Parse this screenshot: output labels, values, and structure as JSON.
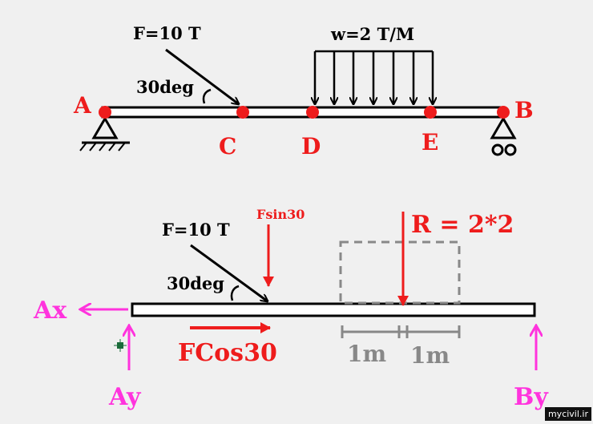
{
  "top_diagram": {
    "force_label": "F=10 T",
    "angle_label": "30deg",
    "load_label": "w=2 T/M",
    "points": {
      "A": "A",
      "B": "B",
      "C": "C",
      "D": "D",
      "E": "E"
    }
  },
  "bottom_diagram": {
    "force_label": "F=10 T",
    "angle_label": "30deg",
    "fsin_label": "Fsin30",
    "resultant_label": "R = 2*2",
    "fcos_label": "FCos30",
    "dim_left": "1m",
    "dim_right": "1m",
    "reactions": {
      "ax": "Ax",
      "ay": "Ay",
      "by": "By"
    }
  },
  "watermark": "mycivil.ir",
  "colors": {
    "red": "#ee1c1c",
    "magenta": "#ff33dd",
    "black": "#000000",
    "gray": "#888888"
  }
}
